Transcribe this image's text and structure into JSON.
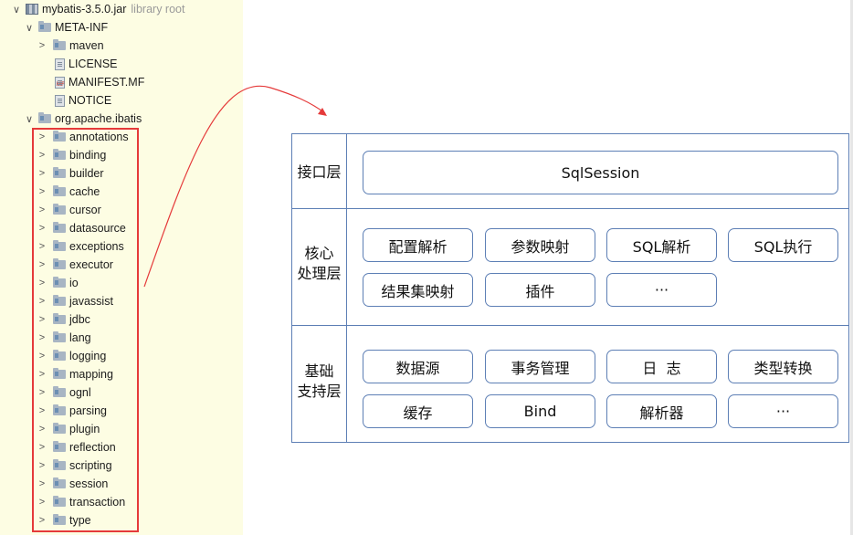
{
  "tree": {
    "root": {
      "name": "mybatis-3.5.0.jar",
      "note": "library root"
    },
    "meta_inf": {
      "name": "META-INF",
      "children": [
        {
          "name": "maven",
          "kind": "folder"
        },
        {
          "name": "LICENSE",
          "kind": "file"
        },
        {
          "name": "MANIFEST.MF",
          "kind": "manifest"
        },
        {
          "name": "NOTICE",
          "kind": "file"
        }
      ]
    },
    "package": {
      "name": "org.apache.ibatis",
      "children": [
        "annotations",
        "binding",
        "builder",
        "cache",
        "cursor",
        "datasource",
        "exceptions",
        "executor",
        "io",
        "javassist",
        "jdbc",
        "lang",
        "logging",
        "mapping",
        "ognl",
        "parsing",
        "plugin",
        "reflection",
        "scripting",
        "session",
        "transaction",
        "type"
      ]
    }
  },
  "colors": {
    "tree_bg": "#fdfde3",
    "highlight": "#e53a3a",
    "diagram_border": "#5d7fb5"
  },
  "diagram": {
    "layers": [
      {
        "label_lines": [
          "接口层"
        ],
        "boxes": [
          "SqlSession"
        ]
      },
      {
        "label_lines": [
          "核心",
          "处理层"
        ],
        "boxes": [
          "配置解析",
          "参数映射",
          "SQL解析",
          "SQL执行",
          "结果集映射",
          "插件",
          "···"
        ]
      },
      {
        "label_lines": [
          "基础",
          "支持层"
        ],
        "boxes": [
          "数据源",
          "事务管理",
          "日  志",
          "类型转换",
          "缓存",
          "Bind",
          "解析器",
          "···"
        ]
      }
    ]
  }
}
